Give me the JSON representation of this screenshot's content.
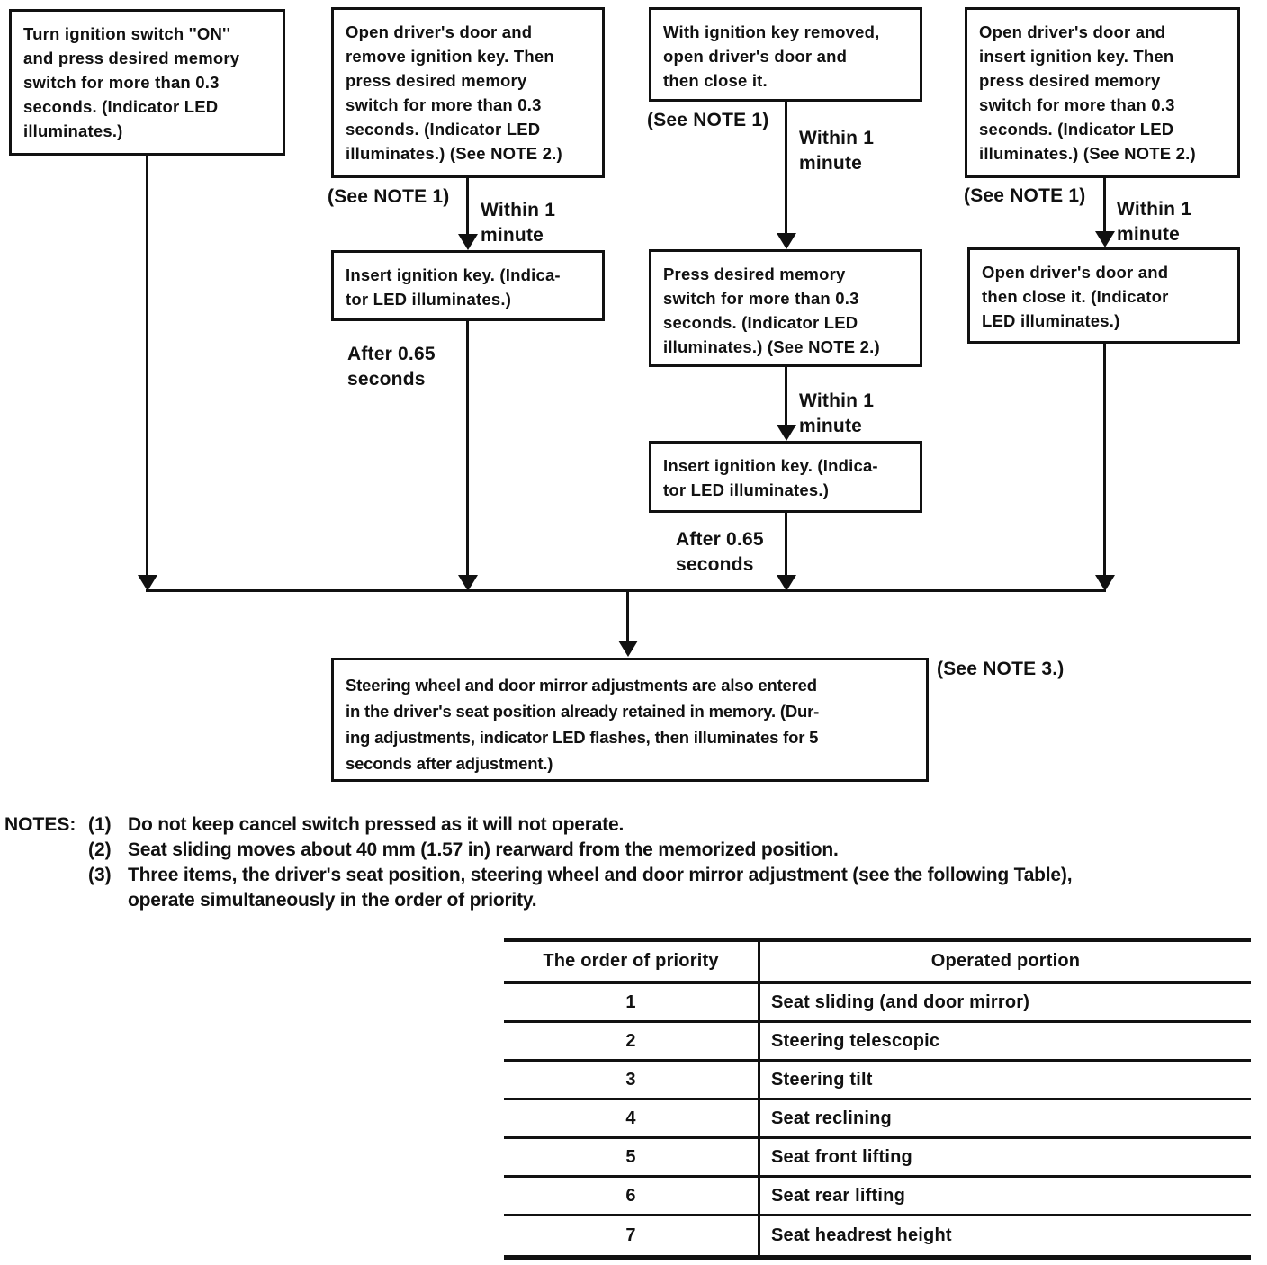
{
  "page": {
    "background": "#ffffff",
    "ink": "#111111"
  },
  "flow": {
    "boxes": {
      "col1_start": "Turn ignition switch ''ON''\nand press desired memory\nswitch for more than 0.3\nseconds. (Indicator LED\nilluminates.)",
      "col2_start": "Open driver's door and\nremove ignition key. Then\npress desired memory\nswitch for more than 0.3\nseconds. (Indicator LED\nilluminates.) (See NOTE 2.)",
      "col2_insert_key": "Insert ignition key. (Indica-\ntor LED illuminates.)",
      "col3_start": "With ignition key removed,\nopen driver's door and\nthen close it.",
      "col3_press_switch": "Press desired memory\nswitch for more than 0.3\nseconds. (Indicator LED\nilluminates.) (See NOTE 2.)",
      "col3_insert_key": "Insert ignition key. (Indica-\ntor LED illuminates.)",
      "col4_start": "Open driver's door and\ninsert ignition key. Then\npress desired memory\nswitch for more than 0.3\nseconds. (Indicator LED\nilluminates.) (See NOTE 2.)",
      "col4_close_door": "Open driver's door and\nthen close it. (Indicator\nLED illuminates.)",
      "result": "Steering wheel and door mirror adjustments are also entered\nin the driver's seat position already retained in memory. (Dur-\ning adjustments, indicator LED flashes, then illuminates for 5\nseconds after adjustment.)"
    },
    "labels": {
      "see_note1": "(See NOTE 1)",
      "see_note3": "(See NOTE 3.)",
      "within_1_minute": "Within 1\nminute",
      "after_065_seconds": "After 0.65\nseconds"
    }
  },
  "notes": {
    "heading": "NOTES:",
    "items": [
      {
        "num": "(1)",
        "text": "Do not keep cancel switch pressed as it will not operate."
      },
      {
        "num": "(2)",
        "text": "Seat sliding moves about 40 mm (1.57 in) rearward from the memorized position."
      },
      {
        "num": "(3)",
        "text": "Three items, the driver's seat position, steering wheel and door mirror adjustment (see the following Table),\noperate simultaneously in the order of priority."
      }
    ]
  },
  "table": {
    "headers": [
      "The order of priority",
      "Operated portion"
    ],
    "rows": [
      {
        "priority": "1",
        "portion": "Seat sliding (and door mirror)"
      },
      {
        "priority": "2",
        "portion": "Steering telescopic"
      },
      {
        "priority": "3",
        "portion": "Steering tilt"
      },
      {
        "priority": "4",
        "portion": "Seat reclining"
      },
      {
        "priority": "5",
        "portion": "Seat front lifting"
      },
      {
        "priority": "6",
        "portion": "Seat rear lifting"
      },
      {
        "priority": "7",
        "portion": "Seat headrest height"
      }
    ]
  }
}
